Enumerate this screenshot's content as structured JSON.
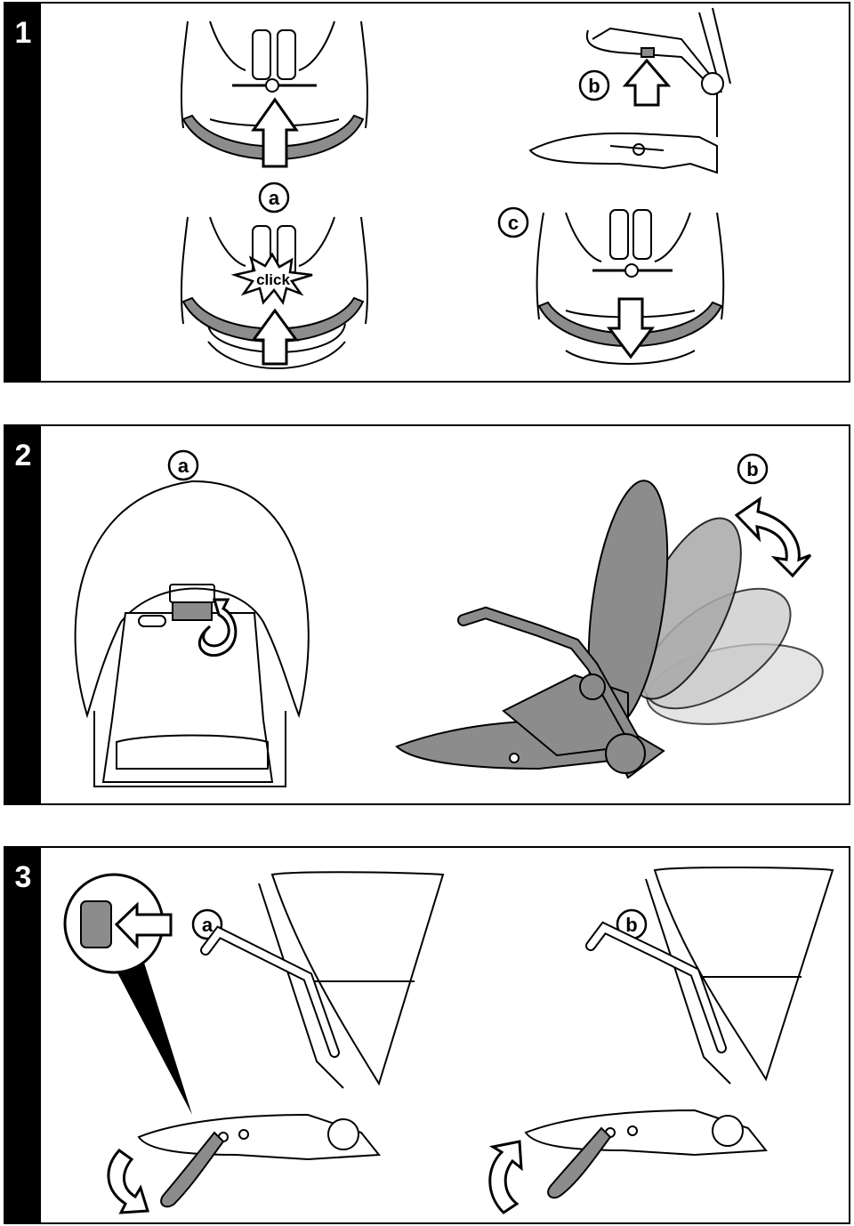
{
  "steps": [
    {
      "number": "1",
      "labels": {
        "a": "a",
        "b": "b",
        "c": "c"
      },
      "click_text": "click"
    },
    {
      "number": "2",
      "labels": {
        "a": "a",
        "b": "b"
      }
    },
    {
      "number": "3",
      "labels": {
        "a": "a",
        "b": "b"
      }
    }
  ],
  "colors": {
    "fill_grey": "#8c8c8c",
    "fill_light": "#c9c9c9",
    "line": "#000000"
  }
}
